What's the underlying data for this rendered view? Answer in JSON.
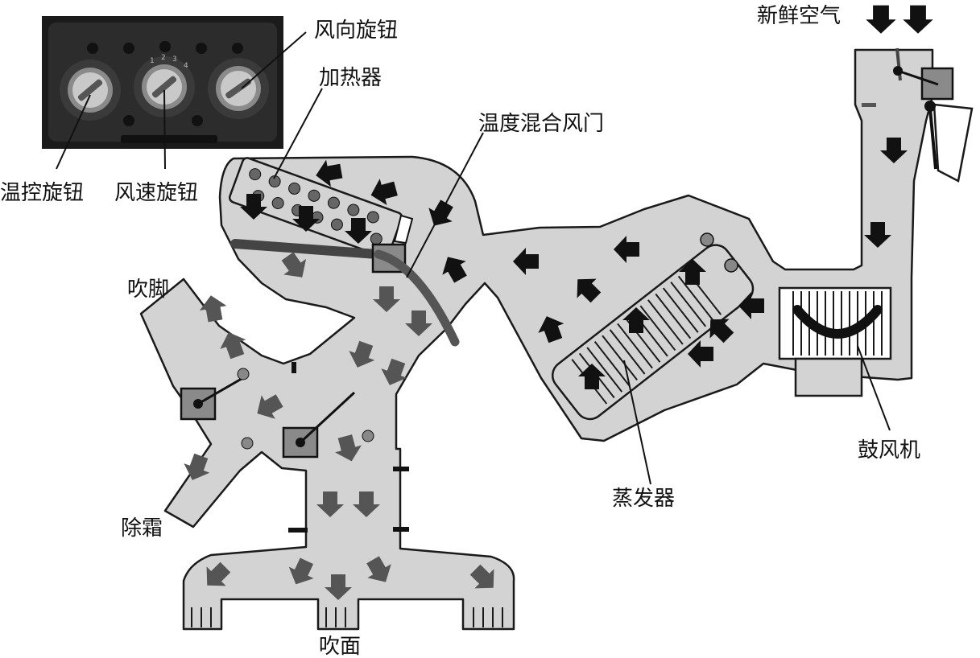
{
  "labels": {
    "temp_knob": "温控旋钮",
    "fan_speed_knob": "风速旋钮",
    "air_direction_knob": "风向旋钮",
    "heater": "加热器",
    "blend_door": "温度混合风门",
    "fresh_air": "新鲜空气",
    "foot": "吹脚",
    "defrost": "除霜",
    "face": "吹面",
    "evaporator": "蒸发器",
    "blower": "鼓风机"
  },
  "control_panel": {
    "speed_marks": [
      "1",
      "2",
      "3",
      "4"
    ]
  },
  "colors": {
    "duct_fill": "#d3d3d3",
    "duct_stroke": "#1a1a1a",
    "arrow_dark": "#111111",
    "arrow_mid": "#555555",
    "door_fill": "#777777",
    "photo_bg": "#202020",
    "heater_dots": "#666666"
  }
}
